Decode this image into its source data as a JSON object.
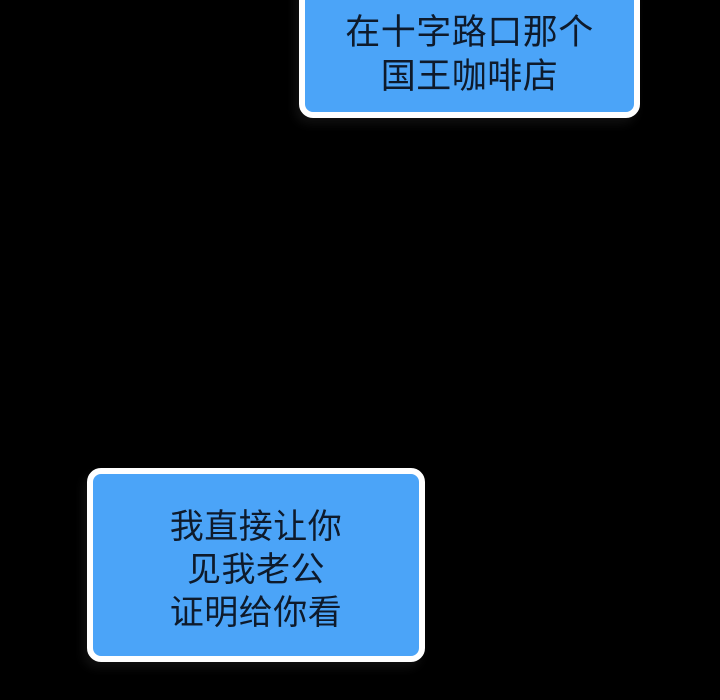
{
  "panel": {
    "type": "comic-panel",
    "background_color": "#000000",
    "bubble_fill_color": "#4BA4F8",
    "bubble_border_color": "#FFFFFF",
    "bubble_text_color": "#0E1A2B"
  },
  "bubbles": [
    {
      "id": "top-speech-bubble",
      "position": "top-right",
      "lines": [
        "在十字路口那个",
        "国王咖啡店"
      ]
    },
    {
      "id": "bottom-speech-bubble",
      "position": "bottom-left",
      "lines": [
        "我直接让你",
        "见我老公",
        "证明给你看"
      ]
    }
  ]
}
